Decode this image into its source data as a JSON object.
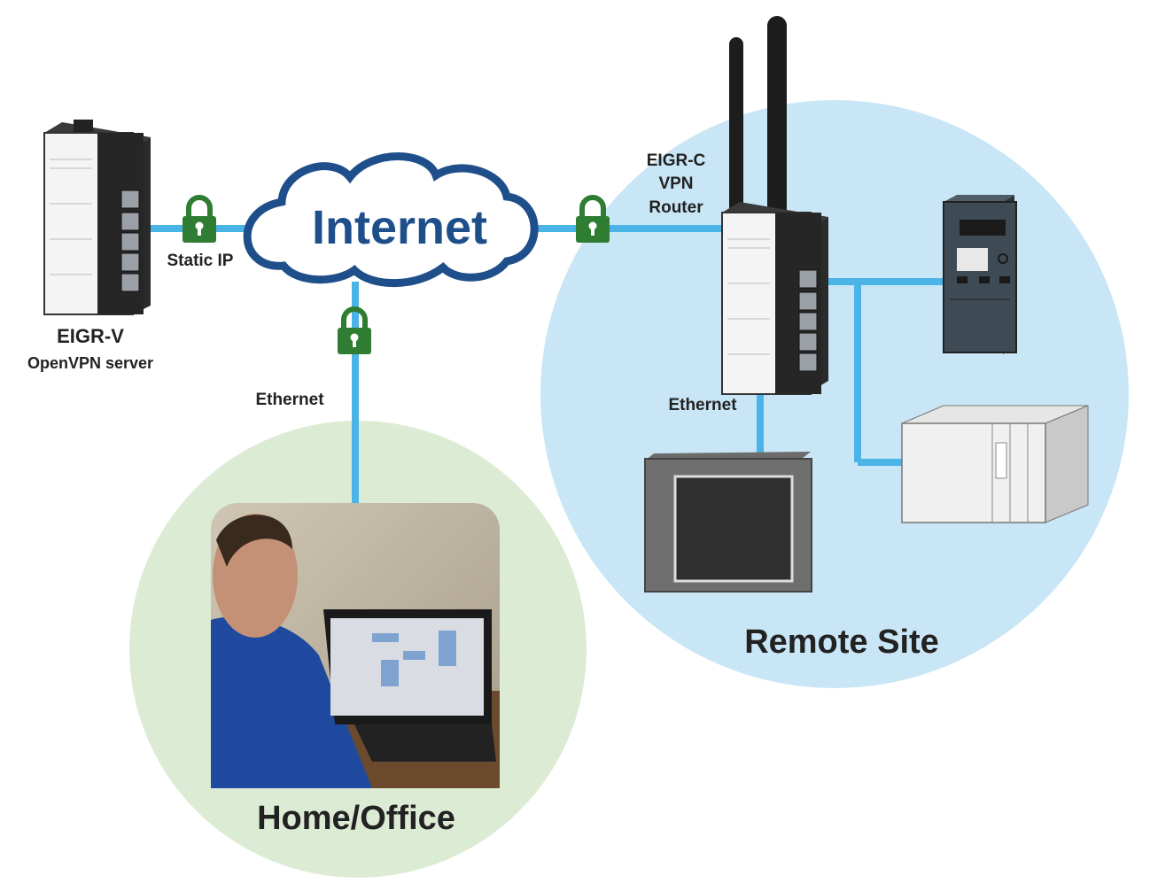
{
  "colors": {
    "remote_site_bg": "#c9e6f6",
    "home_office_bg": "#dcebd3",
    "link_line": "#4bb4e6",
    "cloud_outline": "#1f4f8a",
    "internet_text": "#1f4f8a",
    "lock": "#2e7d32",
    "label_text": "#222222"
  },
  "cloud": {
    "label": "Internet"
  },
  "labels": {
    "static_ip": "Static IP",
    "eigr_v_name": "EIGR-V",
    "eigr_v_role": "OpenVPN server",
    "ethernet_home": "Ethernet",
    "eigr_c_line1": "EIGR-C",
    "eigr_c_line2": "VPN",
    "eigr_c_line3": "Router",
    "ethernet_remote": "Ethernet",
    "remote_site": "Remote Site",
    "home_office": "Home/Office"
  },
  "icons": {
    "locks": [
      "lock-icon",
      "lock-icon",
      "lock-icon"
    ],
    "devices": [
      "eigr-v-device-icon",
      "eigr-c-router-icon",
      "vfd-drive-icon",
      "plc-rack-icon",
      "hmi-panel-icon",
      "laptop-user-photo"
    ]
  }
}
